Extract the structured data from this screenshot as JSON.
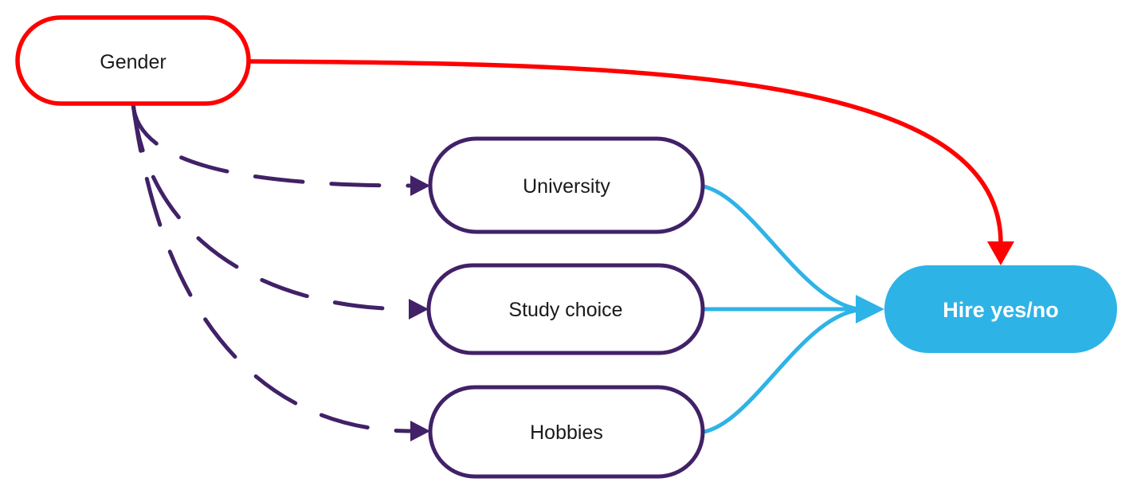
{
  "diagram": {
    "type": "causal-graph",
    "nodes": {
      "gender": {
        "label": "Gender",
        "shape": "stadium",
        "fill": "#ffffff",
        "border_color": "#ff0000",
        "text_color": "#1a1a1a"
      },
      "university": {
        "label": "University",
        "shape": "stadium",
        "fill": "#ffffff",
        "border_color": "#412167",
        "text_color": "#1a1a1a"
      },
      "study_choice": {
        "label": "Study choice",
        "shape": "stadium",
        "fill": "#ffffff",
        "border_color": "#412167",
        "text_color": "#1a1a1a"
      },
      "hobbies": {
        "label": "Hobbies",
        "shape": "stadium",
        "fill": "#ffffff",
        "border_color": "#412167",
        "text_color": "#1a1a1a"
      },
      "hire": {
        "label": "Hire yes/no",
        "shape": "stadium",
        "fill": "#2eb3e7",
        "border_color": "none",
        "text_color": "#ffffff"
      }
    },
    "edges": [
      {
        "from": "gender",
        "to": "hire",
        "style": "solid",
        "color": "#ff0000",
        "arrow": "true"
      },
      {
        "from": "gender",
        "to": "university",
        "style": "dashed",
        "color": "#412167",
        "arrow": "true"
      },
      {
        "from": "gender",
        "to": "study_choice",
        "style": "dashed",
        "color": "#412167",
        "arrow": "true"
      },
      {
        "from": "gender",
        "to": "hobbies",
        "style": "dashed",
        "color": "#412167",
        "arrow": "true"
      },
      {
        "from": "university",
        "to": "hire",
        "style": "solid",
        "color": "#2eb3e7",
        "arrow": "true"
      },
      {
        "from": "study_choice",
        "to": "hire",
        "style": "solid",
        "color": "#2eb3e7",
        "arrow": "true"
      },
      {
        "from": "hobbies",
        "to": "hire",
        "style": "solid",
        "color": "#2eb3e7",
        "arrow": "true"
      }
    ],
    "colors": {
      "red": "#ff0000",
      "purple": "#412167",
      "cyan": "#2eb3e7",
      "node_fill": "#ffffff",
      "background": "#ffffff"
    }
  }
}
